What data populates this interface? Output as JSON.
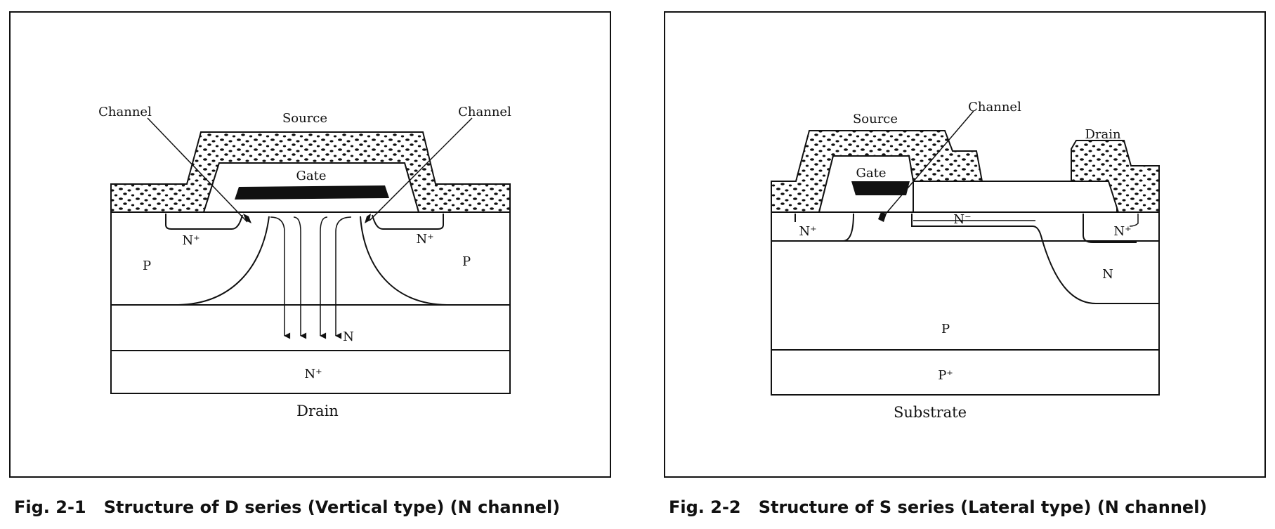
{
  "figure1": {
    "labels": {
      "channel_left": "Channel",
      "source": "Source",
      "channel_right": "Channel",
      "gate": "Gate",
      "n_plus_left": "N⁺",
      "n_plus_right": "N⁺",
      "p_left": "P",
      "p_right": "P",
      "n_drift": "N",
      "n_plus_substrate": "N⁺",
      "drain": "Drain"
    },
    "caption": "Fig. 2-1   Structure of D series (Vertical type) (N channel)"
  },
  "figure2": {
    "labels": {
      "source": "Source",
      "channel": "Channel",
      "drain": "Drain",
      "gate": "Gate",
      "n_minus": "N⁻",
      "n_plus_left": "N⁺",
      "n_plus_right": "N⁺",
      "n_well": "N",
      "p": "P",
      "p_plus": "P⁺",
      "substrate": "Substrate"
    },
    "caption": "Fig. 2-2   Structure of S series (Lateral type) (N channel)"
  }
}
